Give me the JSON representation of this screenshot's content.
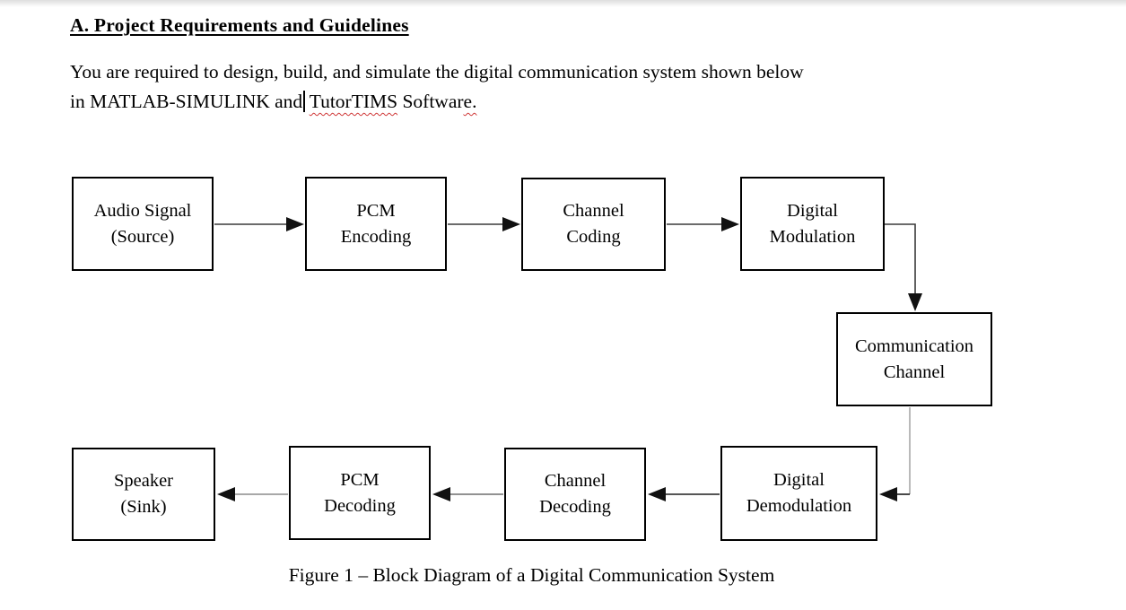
{
  "page": {
    "heading": "A. Project Requirements and Guidelines",
    "paragraph": {
      "line1": "You are required to design, build, and simulate the digital communication system shown below",
      "line2_before_caret": "in MATLAB-SIMULINK and",
      "line2_space": " ",
      "line2_flagged_word": "TutorTIMS",
      "line2_middle": " Softwar",
      "line2_end_flagged": "e."
    },
    "caption": "Figure 1 – Block Diagram of a Digital Communication System"
  },
  "diagram": {
    "blocks": [
      {
        "id": "audio-signal-source",
        "line1": "Audio Signal",
        "line2": "(Source)"
      },
      {
        "id": "pcm-encoding",
        "line1": "PCM",
        "line2": "Encoding"
      },
      {
        "id": "channel-coding",
        "line1": "Channel",
        "line2": "Coding"
      },
      {
        "id": "digital-modulation",
        "line1": "Digital",
        "line2": "Modulation"
      },
      {
        "id": "communication-channel",
        "line1": "Communication",
        "line2": "Channel"
      },
      {
        "id": "speaker-sink",
        "line1": "Speaker",
        "line2": "(Sink)"
      },
      {
        "id": "pcm-decoding",
        "line1": "PCM",
        "line2": "Decoding"
      },
      {
        "id": "channel-decoding",
        "line1": "Channel",
        "line2": "Decoding"
      },
      {
        "id": "digital-demodulation",
        "line1": "Digital",
        "line2": "Demodulation"
      }
    ],
    "flow": [
      "Audio Signal (Source) → PCM Encoding → Channel Coding → Digital Modulation → Communication Channel → Digital Demodulation → Channel Decoding → PCM Decoding → Speaker (Sink)"
    ],
    "colors": {
      "box_border": "#000000",
      "arrowhead": "#111111",
      "spellcheck_squiggle": "#d03a3a",
      "faded_connector": "#b3b3b3"
    }
  }
}
